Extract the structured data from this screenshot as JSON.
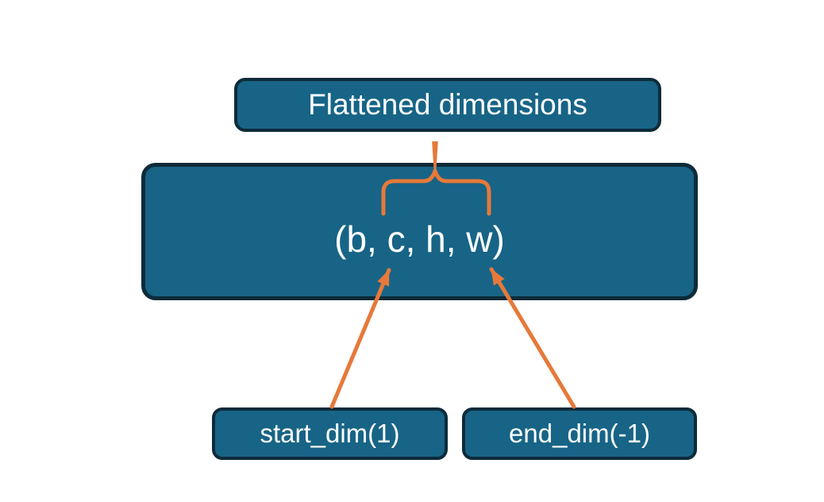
{
  "diagram": {
    "colors": {
      "background": "#ffffff",
      "node_fill": "#176486",
      "node_border": "#0e2b3a",
      "node_text": "#ffffff",
      "connector": "#e6793a"
    },
    "nodes": {
      "flattened_dimensions": {
        "label": "Flattened dimensions"
      },
      "tensor_shape": {
        "label": "(b, c, h, w)"
      },
      "start_dim": {
        "label": "start_dim(1)"
      },
      "end_dim": {
        "label": "end_dim(-1)"
      }
    }
  }
}
